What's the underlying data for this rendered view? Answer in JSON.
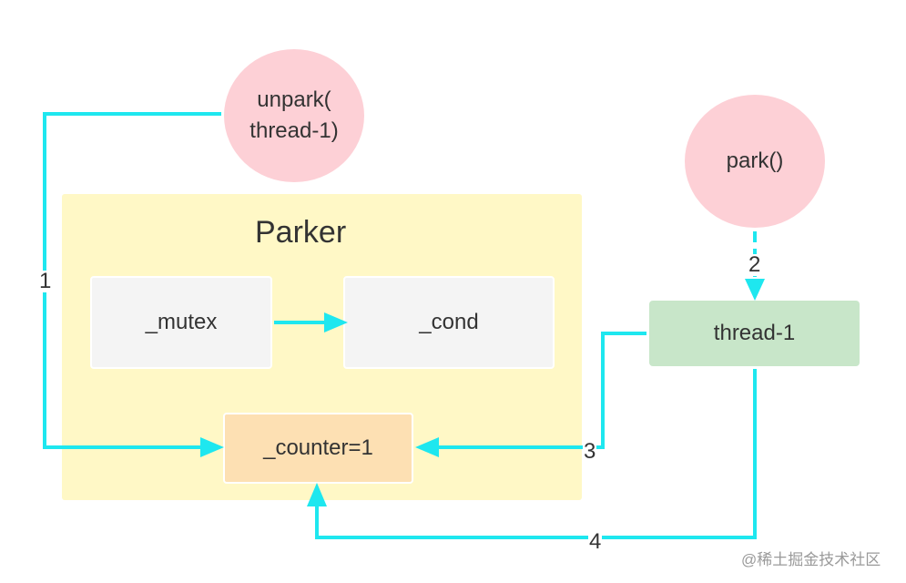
{
  "nodes": {
    "unpark": "unpark(\nthread-1)",
    "park": "park()",
    "container_title": "Parker",
    "mutex": "_mutex",
    "cond": "_cond",
    "counter": "_counter=1",
    "thread": "thread-1"
  },
  "edges": {
    "label_1": "1",
    "label_2": "2",
    "label_3": "3",
    "label_4": "4"
  },
  "watermark": "@稀土掘金技术社区",
  "colors": {
    "arrow": "#1ee7ef",
    "circle": "#fdd0d6",
    "container": "#fff8c6",
    "grey_box": "#f4f4f4",
    "orange_box": "#fde0b3",
    "green_box": "#c8e6c9"
  }
}
